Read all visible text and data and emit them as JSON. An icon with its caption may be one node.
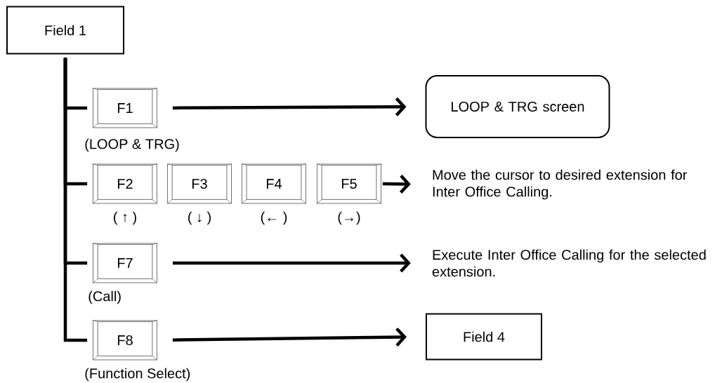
{
  "diagram": {
    "nodes": [
      {
        "text": [
          "Field 1"
        ]
      },
      {
        "text": [
          "F1"
        ],
        "beside": [
          "(LOOP & TRG)"
        ]
      },
      {
        "text": [
          "F2"
        ],
        "beside": [
          "( ↑ )"
        ]
      },
      {
        "text": [
          "F3"
        ],
        "beside": [
          "( ↓ )"
        ]
      },
      {
        "text": [
          "F4"
        ],
        "beside": [
          "(← )"
        ]
      },
      {
        "text": [
          "F5"
        ],
        "beside": [
          "(→)"
        ]
      },
      {
        "text": [
          "F7"
        ],
        "beside": [
          "(Call)"
        ]
      },
      {
        "text": [
          "F8"
        ],
        "beside": [
          "(Function Select)"
        ]
      },
      {
        "text": [
          "LOOP & TRG screen"
        ]
      },
      {
        "text": [
          "Move the cursor to desired extension for Inter Office Calling."
        ]
      },
      {
        "text": [
          "Execute Inter Office Calling for the selected extension."
        ]
      },
      {
        "text": [
          "Field 4"
        ]
      }
    ],
    "edges": [
      {
        "from": 0,
        "to": 1,
        "arrow": "none"
      },
      {
        "from": 0,
        "to": 2,
        "arrow": "none"
      },
      {
        "from": 0,
        "to": 6,
        "arrow": "none"
      },
      {
        "from": 0,
        "to": 7,
        "arrow": "none"
      },
      {
        "from": 1,
        "to": 8,
        "arrow": "to"
      },
      {
        "from": 5,
        "to": 9,
        "arrow": "to"
      },
      {
        "from": 6,
        "to": 10,
        "arrow": "to"
      },
      {
        "from": 7,
        "to": 11,
        "arrow": "to"
      }
    ]
  }
}
